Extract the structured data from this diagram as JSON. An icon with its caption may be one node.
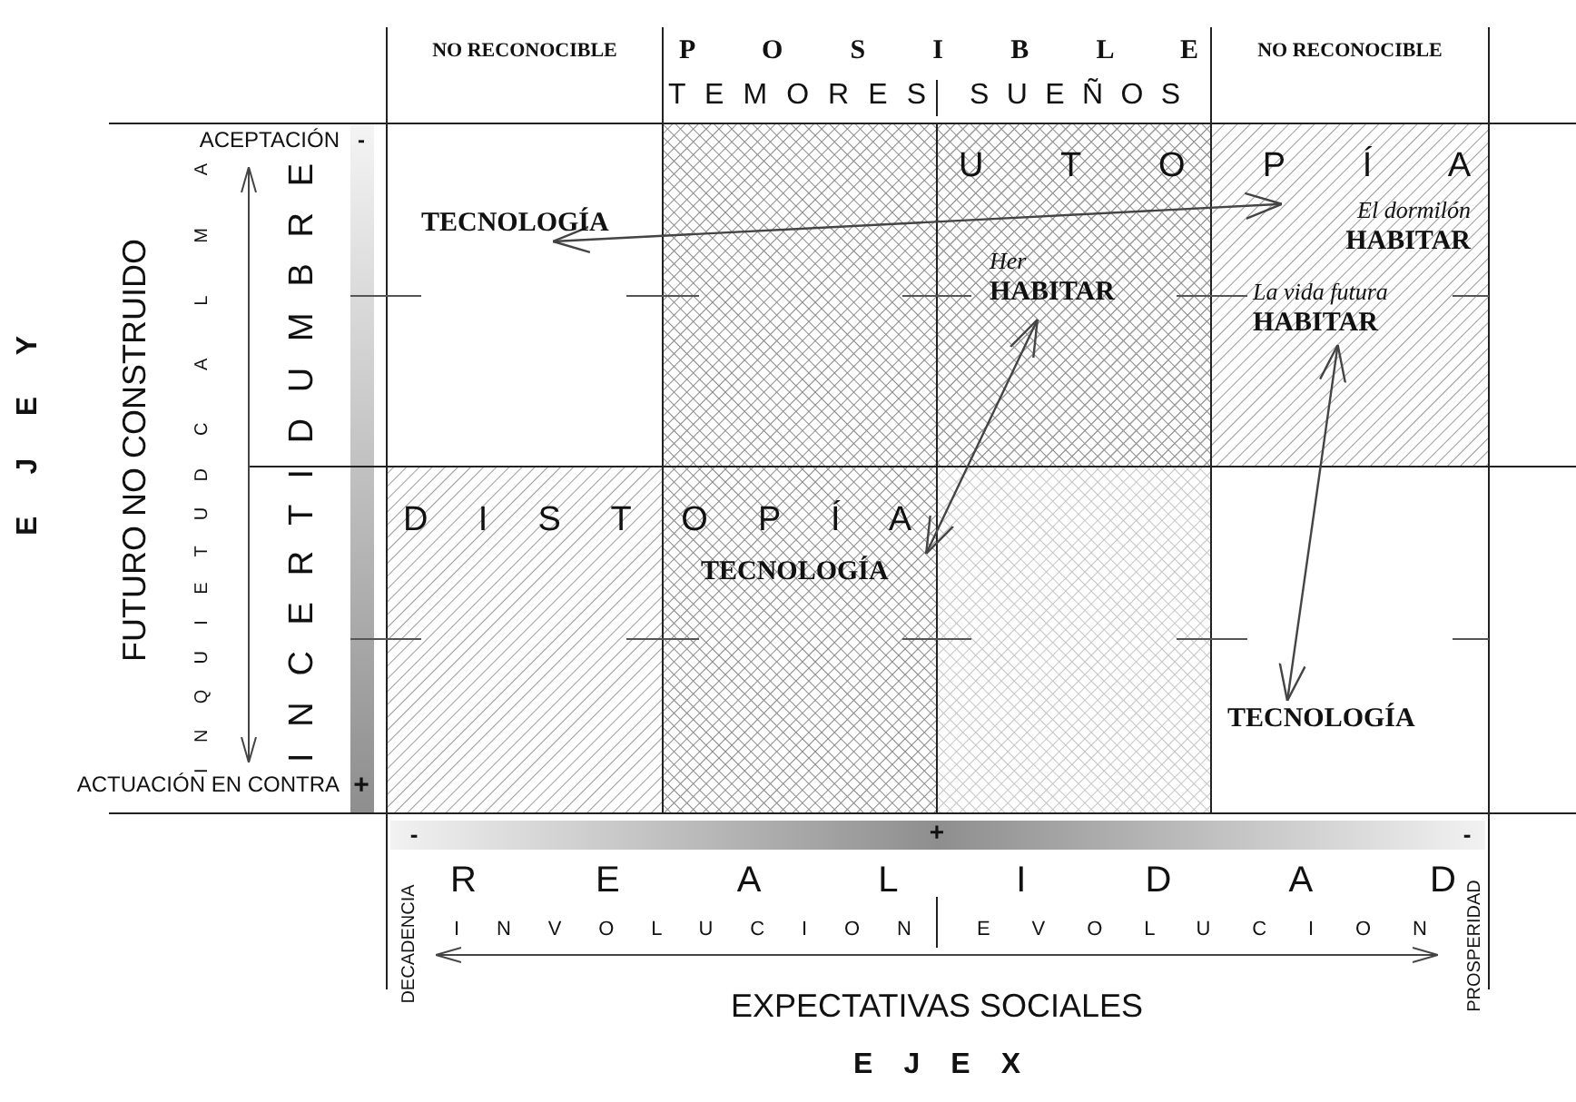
{
  "diagram": {
    "nodes": [
      {
        "text": [
          "TECNOLOGÍA"
        ]
      },
      {
        "text": [
          "El dormilón",
          "HABITAR"
        ]
      },
      {
        "text": [
          "Her",
          "HABITAR"
        ]
      },
      {
        "text": [
          "La vida futura",
          "HABITAR"
        ]
      },
      {
        "text": [
          "TECNOLOGÍA"
        ]
      },
      {
        "text": [
          "TECNOLOGÍA"
        ]
      }
    ],
    "edges": [
      {
        "from": 0,
        "to": 1,
        "arrow": "both"
      },
      {
        "from": 2,
        "to": 4,
        "arrow": "both"
      },
      {
        "from": 3,
        "to": 5,
        "arrow": "both"
      }
    ],
    "labels": [
      "NO RECONOCIBLE",
      "P O S I B L E",
      "NO RECONOCIBLE",
      "T E M O R E S",
      "S U E Ñ O S",
      "ACEPTACIÓN",
      "-",
      "U T O P Í A",
      "E J E Y",
      "FUTURO NO CONSTRUIDO",
      "I N Q U I E T U D",
      "C A L M A",
      "I N C E R T I D U M B R E",
      "D I S T O P Í A",
      "ACTUACIÓN EN CONTRA",
      "+",
      "-",
      "+",
      "-",
      "R E A L I D A D",
      "DECADENCIA",
      "I N V O L U C I O N",
      "E V O L U C I O N",
      "PROSPERIDAD",
      "EXPECTATIVAS SOCIALES",
      "E J E X"
    ]
  }
}
